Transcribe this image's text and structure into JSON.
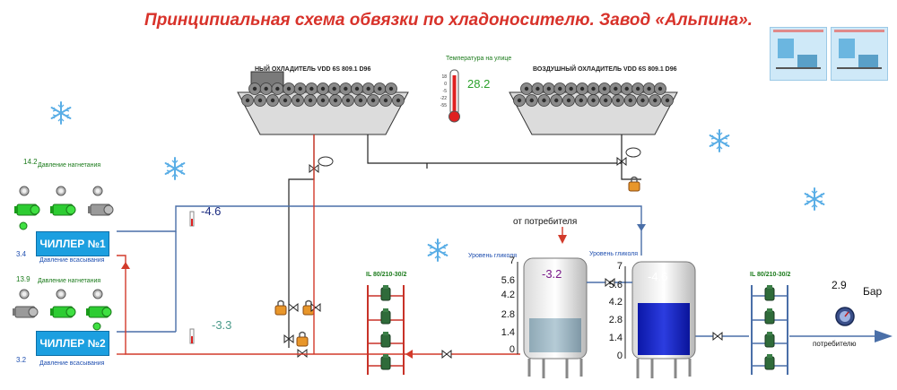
{
  "title": "Принципиальная схема обвязки по хладоносителю. Завод «Альпина».",
  "cooler_left_label": "НЫЙ ОХЛАДИТЕЛЬ VDD 6S 809.1 D96",
  "cooler_right_label": "ВОЗДУШНЫЙ ОХЛАДИТЕЛЬ VDD 6S 809.1 D96",
  "outdoor_temp_label": "Температура на улице",
  "outdoor_temp_value": "28.2",
  "thermo_scale": [
    "18",
    "0",
    "-5",
    "-22",
    "-55"
  ],
  "chiller1": {
    "name": "ЧИЛЛЕР №1",
    "discharge_value": "14.2",
    "discharge_label": "Давление нагнетания",
    "suction_value": "3.4",
    "suction_label": "Давление всасывания"
  },
  "chiller2": {
    "name": "ЧИЛЛЕР №2",
    "discharge_value": "13.9",
    "discharge_label": "Давление нагнетания",
    "suction_value": "3.2",
    "suction_label": "Давление всасывания"
  },
  "supply_temp": "-4.6",
  "return_temp": "-3.3",
  "from_consumer_label": "от потребителя",
  "tank_left": {
    "level_label": "Уровень гликоля",
    "value": "-3.2"
  },
  "tank_right": {
    "level_label": "Уровень гликоля",
    "value": "-4.6"
  },
  "level_scale": [
    "7",
    "5.6",
    "4.2",
    "2.8",
    "1.4",
    "0"
  ],
  "pump_group_left_label": "IL 80/210-30/2",
  "pump_group_right_label": "IL 80/210-30/2",
  "pressure_value": "2.9",
  "pressure_unit": "Бар",
  "consumer_label": "потребителю",
  "colors": {
    "title": "#d8322a",
    "pipe_red": "#d23a2a",
    "pipe_blue": "#4a6fa8",
    "chiller": "#1c9fe0"
  }
}
